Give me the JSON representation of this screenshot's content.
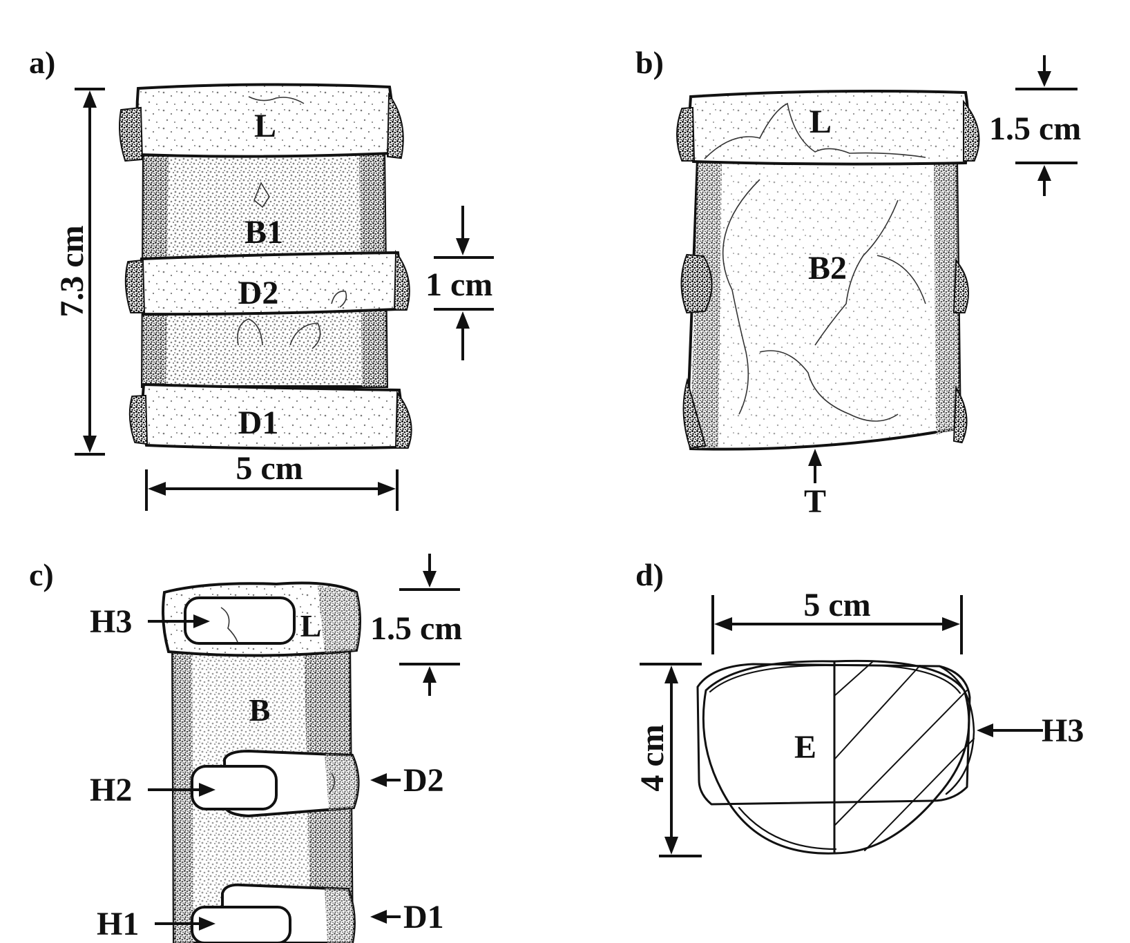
{
  "panels": {
    "a": {
      "tag": "a)",
      "labels": {
        "top": "L",
        "upper_body": "B1",
        "upper_disc": "D2",
        "lower_disc": "D1"
      },
      "dims": {
        "height": "7.3 cm",
        "width": "5 cm",
        "disc": "1 cm"
      }
    },
    "b": {
      "tag": "b)",
      "labels": {
        "top": "L",
        "body": "B2",
        "bottom": "T"
      },
      "dims": {
        "top_thickness": "1.5 cm"
      }
    },
    "c": {
      "tag": "c)",
      "labels": {
        "top": "L",
        "body": "B",
        "hole_top": "H3",
        "hole_mid": "H2",
        "hole_low": "H1",
        "disc_upper": "D2",
        "disc_lower": "D1"
      },
      "dims": {
        "top_thickness": "1.5 cm"
      }
    },
    "d": {
      "tag": "d)",
      "labels": {
        "center": "E",
        "hole": "H3"
      },
      "dims": {
        "width": "5 cm",
        "height": "4 cm"
      }
    }
  },
  "colors": {
    "ink": "#111111",
    "paper": "#ffffff",
    "stipple": "#1a1a1a"
  }
}
